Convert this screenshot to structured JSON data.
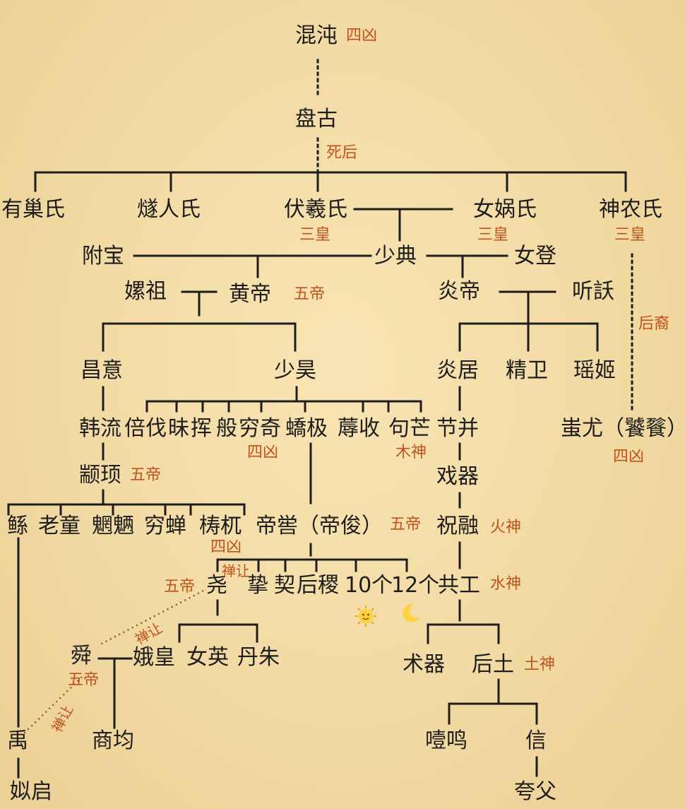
{
  "nodes": {
    "hundun": "混沌",
    "pangu": "盘古",
    "youchao": "有巢氏",
    "suiren": "燧人氏",
    "fuxi": "伏羲氏",
    "nuwa": "女娲氏",
    "shennong": "神农氏",
    "fubao": "附宝",
    "shaodian": "少典",
    "nvdeng": "女登",
    "leizu": "嫘祖",
    "huangdi": "黄帝",
    "yandi": "炎帝",
    "tingyao": "听訞",
    "changyi": "昌意",
    "shaohao": "少昊",
    "yanju": "炎居",
    "jingwei": "精卫",
    "yaoji": "瑶姬",
    "han": "韩流",
    "bei": "倍伐",
    "mei": "昧",
    "hui": "挥",
    "ban": "般",
    "qiongqi": "穷奇",
    "jiaoji": "蟜极",
    "rushou": "蓐收",
    "goumang": "句芒",
    "jiebing": "节并",
    "chiyou": "蚩尤（饕餮）",
    "zhuanxu": "颛顼",
    "xiqi": "戏器",
    "gun": "鲧",
    "laotong": "老童",
    "chimei": "魍魉",
    "qiongchan": "穷蝉",
    "taowu": "梼杌",
    "diku": "帝喾（帝俊）",
    "zhurong": "祝融",
    "yao": "尧",
    "zhi": "挚",
    "xie": "契",
    "houji": "后稷",
    "tenshi": "10个",
    "twelve": "12个",
    "gonggong": "共工",
    "shun": "舜",
    "ehuang": "娥皇",
    "nvying": "女英",
    "danzhu": "丹朱",
    "shuqi": "术器",
    "houtu": "后土",
    "yu": "禹",
    "shangjun": "商均",
    "yeming": "噎鸣",
    "xin": "信",
    "siqi": "姒启",
    "kuafu": "夸父"
  },
  "annotations": {
    "sixiong1": "四凶",
    "sihou": "死后",
    "sanhuang1": "三皇",
    "sanhuang2": "三皇",
    "sanhuang3": "三皇",
    "wudi1": "五帝",
    "houyi": "后裔",
    "sixiong2": "四凶",
    "mushen": "木神",
    "sixiong3": "四凶",
    "wudi2": "五帝",
    "huoshen": "火神",
    "sixiong4": "四凶",
    "wudi3": "五帝",
    "shanrang1": "禅让",
    "wudi4": "五帝",
    "shuishen": "水神",
    "shanrang2": "禅让",
    "wudi5": "五帝",
    "shanrang3": "禅让",
    "tushen": "土神"
  },
  "icons": {
    "sun": "sun-emoji-icon",
    "moon": "crescent-moon-icon"
  },
  "colors": {
    "background": "#f3dca6",
    "text": "#1d1d1d",
    "annotation": "#c0521d",
    "line": "#1d1d1d"
  }
}
